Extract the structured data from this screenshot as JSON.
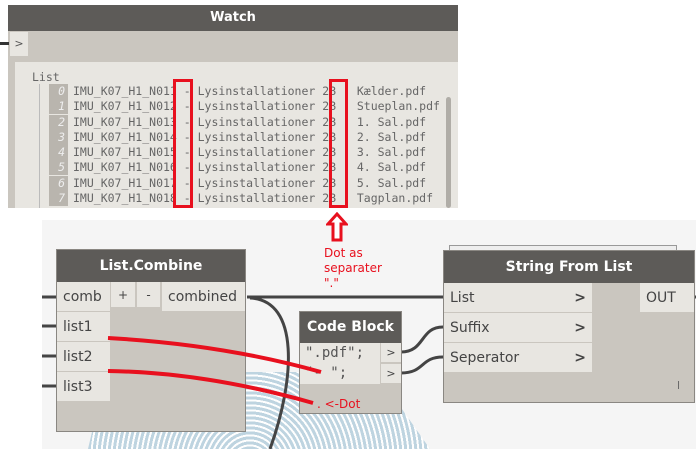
{
  "watch": {
    "title": "Watch",
    "input_prompt": ">",
    "list_label": "List",
    "items": [
      {
        "index": "0",
        "value": "IMU_K07_H1_N011 - Lysinstallationer 2B - Kælder.pdf"
      },
      {
        "index": "1",
        "value": "IMU_K07_H1_N012 - Lysinstallationer 2B - Stueplan.pdf"
      },
      {
        "index": "2",
        "value": "IMU_K07_H1_N013 - Lysinstallationer 2B - 1. Sal.pdf"
      },
      {
        "index": "3",
        "value": "IMU_K07_H1_N014 - Lysinstallationer 2B - 2. Sal.pdf"
      },
      {
        "index": "4",
        "value": "IMU_K07_H1_N015 - Lysinstallationer 2B - 3. Sal.pdf"
      },
      {
        "index": "5",
        "value": "IMU_K07_H1_N016 - Lysinstallationer 2B - 4. Sal.pdf"
      },
      {
        "index": "6",
        "value": "IMU_K07_H1_N017 - Lysinstallationer 2B - 5. Sal.pdf"
      },
      {
        "index": "7",
        "value": "IMU_K07_H1_N018 - Lysinstallationer 2B - Tagplan.pdf"
      }
    ]
  },
  "list_combine": {
    "title": "List.Combine",
    "inputs": [
      "comb",
      "list1",
      "list2",
      "list3"
    ],
    "add": "+",
    "remove": "-",
    "output": "combined"
  },
  "code_block": {
    "title": "Code Block",
    "lines": [
      "\".pdf\";",
      "\"- \";"
    ],
    "port": ">"
  },
  "string_from_list": {
    "title": "String From List",
    "inputs": [
      "List",
      "Suffix",
      "Seperator"
    ],
    "output": "OUT",
    "arrow": ">",
    "footer": "l"
  },
  "annotations": {
    "arrow_note": "Dot as separater \".\"",
    "dot_note": ". <-Dot"
  },
  "colors": {
    "header": "#5d5b58",
    "node": "#cac6bf",
    "annotation": "#e8101e"
  }
}
